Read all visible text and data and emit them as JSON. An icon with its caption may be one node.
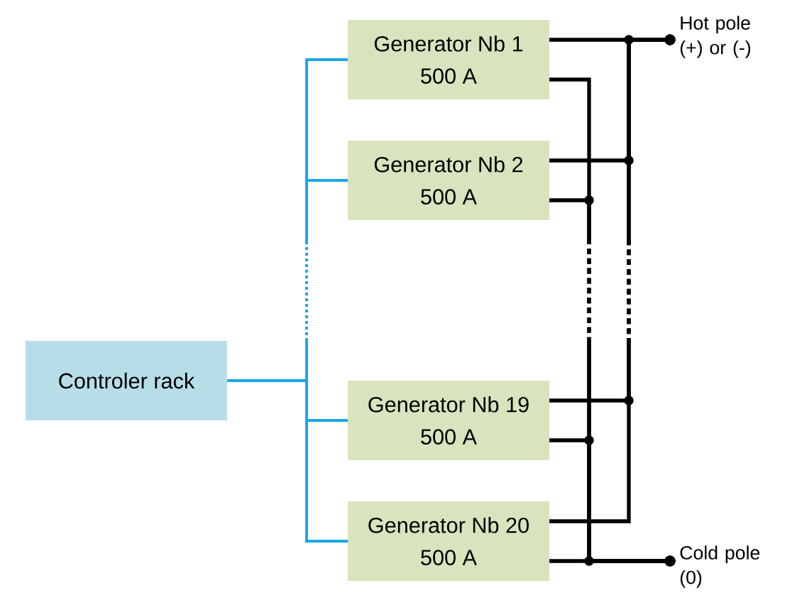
{
  "diagram": {
    "nodes": [
      {
        "text": [
          "Controler rack"
        ]
      },
      {
        "text": [
          "Generator Nb 1",
          "500 A"
        ]
      },
      {
        "text": [
          "Generator Nb 2",
          "500 A"
        ]
      },
      {
        "text": [
          "Generator Nb 19",
          "500 A"
        ]
      },
      {
        "text": [
          "Generator Nb 20",
          "500 A"
        ]
      },
      {
        "text": [
          "Hot pole (+) or (-)"
        ]
      },
      {
        "text": [
          "Cold pole (0)"
        ]
      }
    ],
    "edges": [
      {
        "from": 0,
        "to": 1,
        "arrow": "none",
        "style": "dashed",
        "color": "#1aa7ec"
      },
      {
        "from": 0,
        "to": 2,
        "arrow": "none",
        "style": "dashed",
        "color": "#1aa7ec"
      },
      {
        "from": 0,
        "to": 3,
        "arrow": "none",
        "color": "#1aa7ec"
      },
      {
        "from": 0,
        "to": 4,
        "arrow": "none",
        "color": "#1aa7ec"
      },
      {
        "from": 1,
        "to": 5,
        "arrow": "other"
      },
      {
        "from": 1,
        "to": 6,
        "arrow": "other",
        "style": "dashed"
      },
      {
        "from": 2,
        "to": 5,
        "arrow": "other"
      },
      {
        "from": 2,
        "to": 6,
        "arrow": "other",
        "style": "dashed"
      },
      {
        "from": 3,
        "to": 5,
        "arrow": "other",
        "style": "dashed"
      },
      {
        "from": 3,
        "to": 6,
        "arrow": "other"
      },
      {
        "from": 4,
        "to": 5,
        "arrow": "other",
        "style": "dashed"
      },
      {
        "from": 4,
        "to": 6,
        "arrow": "other"
      }
    ]
  }
}
